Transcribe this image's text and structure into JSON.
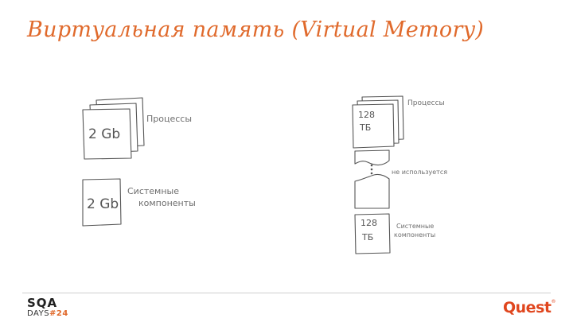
{
  "slide": {
    "title": "Виртуальная память (Virtual Memory)"
  },
  "left_diagram": {
    "process_box_size": "2 Gb",
    "process_label": "Процессы",
    "system_box_size": "2 Gb",
    "system_label_line1": "Системные",
    "system_label_line2": "компоненты"
  },
  "right_diagram": {
    "process_box_size_line1": "128",
    "process_box_size_line2": "ТБ",
    "process_label": "Процессы",
    "unused_label": "не используется",
    "system_box_size_line1": "128",
    "system_box_size_line2": "ТБ",
    "system_label_line1": "Системные",
    "system_label_line2": "компоненты"
  },
  "footer": {
    "sqa_top": "SQA",
    "sqa_days": "DAYS",
    "sqa_number": "#24",
    "quest": "Quest"
  },
  "colors": {
    "accent": "#e06a2c",
    "sketch": "#6e6e6e",
    "quest_brand": "#e0461e"
  }
}
